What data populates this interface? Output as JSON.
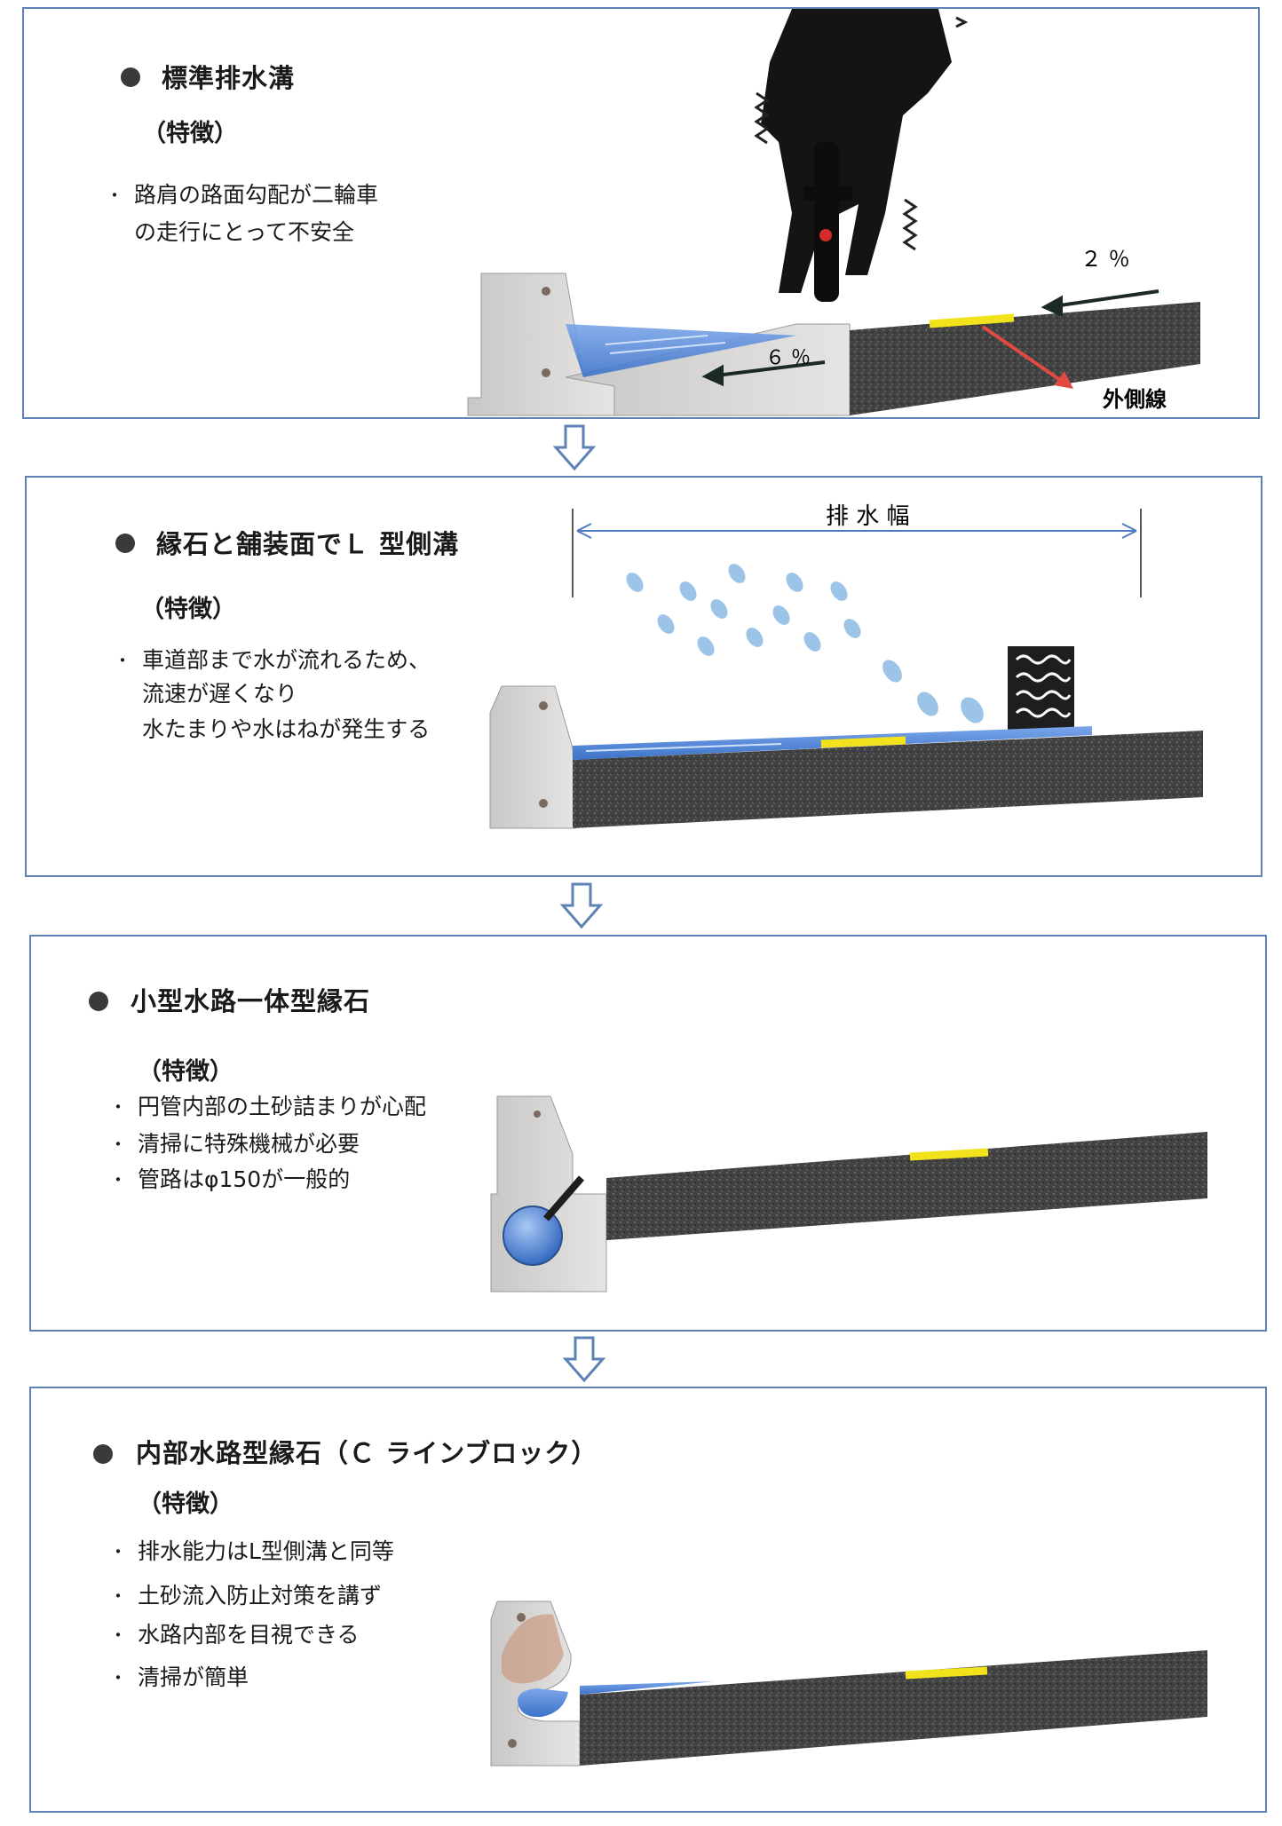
{
  "panels": [
    {
      "title": "標準排水溝",
      "feature_label": "（特徴）",
      "notes": [
        "路肩の路面勾配が二輪車",
        "の走行にとって不安全"
      ],
      "labels": {
        "slope_road": "２ ％",
        "slope_gutter": "６ ％",
        "outer_line": "外側線"
      }
    },
    {
      "title": "縁石と舗装面でＬ 型側溝",
      "feature_label": "（特徴）",
      "notes": [
        "車道部まで水が流れるため、",
        "流速が遅くなり",
        "水たまりや水はねが発生する"
      ],
      "labels": {
        "drain_width": "排 水 幅"
      }
    },
    {
      "title": "小型水路一体型縁石",
      "feature_label": "（特徴）",
      "notes": [
        "円管内部の土砂詰まりが心配",
        "清掃に特殊機械が必要",
        "管路はφ150が一般的"
      ]
    },
    {
      "title": "内部水路型縁石（Ｃ ラインブロック）",
      "feature_label": "（特徴）",
      "notes": [
        "排水能力はL型側溝と同等",
        "土砂流入防止対策を講ず",
        "水路内部を目視できる",
        "清掃が簡単"
      ]
    }
  ],
  "colors": {
    "frame": "#5f82b6",
    "asphalt": "#3f3f3f",
    "water": "#4f86d8",
    "curb": "#d7d6d4",
    "lane_line": "#f1e21b",
    "outer_line_arrow": "#e04a43"
  }
}
